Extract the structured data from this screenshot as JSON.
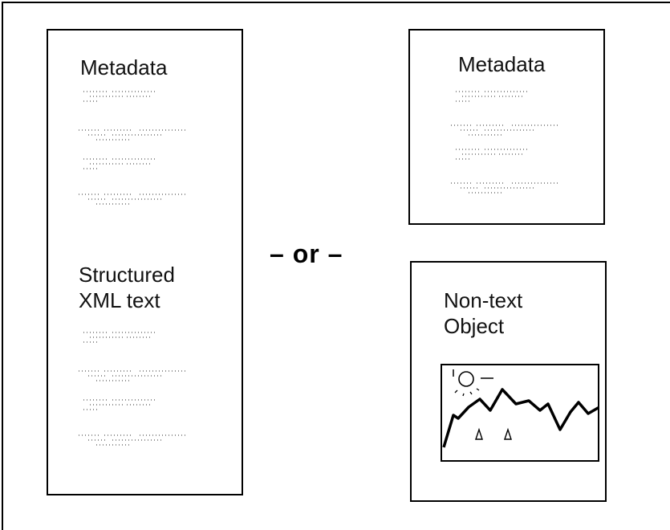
{
  "left_box": {
    "metadata_label": "Metadata",
    "structured_label": "Structured\nXML text"
  },
  "separator": {
    "text": "– or –"
  },
  "top_right_box": {
    "metadata_label": "Metadata"
  },
  "bottom_right_box": {
    "label": "Non-text\nObject",
    "picture_icons": [
      "sun-icon",
      "mountain-line-icon",
      "tree-icon",
      "tree-icon"
    ]
  }
}
